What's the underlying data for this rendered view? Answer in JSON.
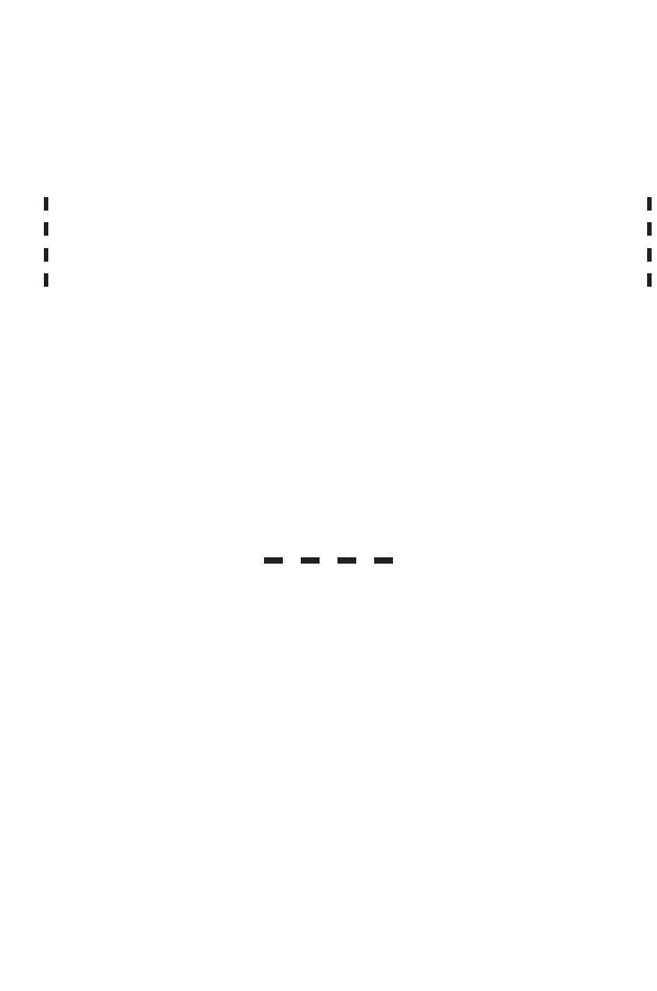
{
  "colors": {
    "background": "#ffffff",
    "mark": "#231f20"
  },
  "marks": {
    "left_dashes": 4,
    "right_dashes": 4,
    "bottom_dashes": 4
  }
}
